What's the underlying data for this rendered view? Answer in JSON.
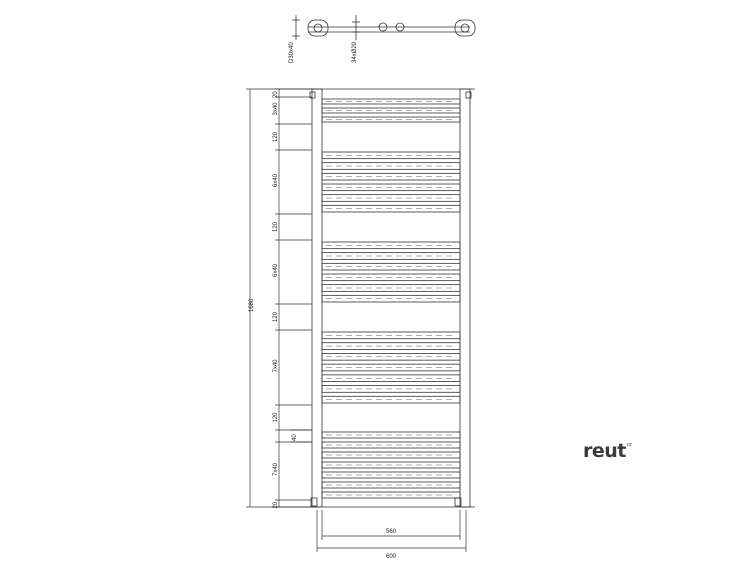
{
  "top_view": {
    "pipe_label": "D30x40",
    "connection_label": "34xØ20"
  },
  "height_dims": [
    {
      "label": "20"
    },
    {
      "label": "3x40"
    },
    {
      "label": "120"
    },
    {
      "label": "6x40"
    },
    {
      "label": "120"
    },
    {
      "label": "6x40"
    },
    {
      "label": "120"
    },
    {
      "label": "7x40"
    },
    {
      "label": "120"
    },
    {
      "label": "40"
    },
    {
      "label": "7x40"
    },
    {
      "label": "20"
    }
  ],
  "total_height": "1680",
  "width_inner": "560",
  "width_total": "600",
  "brand": {
    "name": "reut",
    "suffix": "cz"
  },
  "tube_groups": [
    3,
    6,
    6,
    7,
    7
  ]
}
